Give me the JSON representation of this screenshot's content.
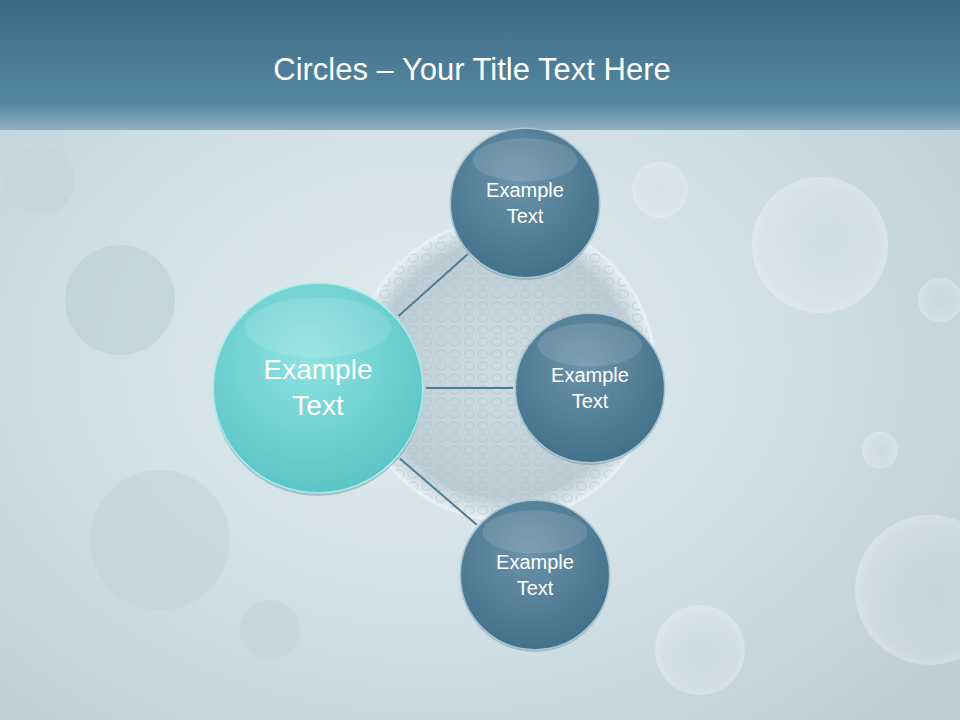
{
  "diagram": {
    "title": "Circles – Your Title Text Here",
    "nodes": [
      {
        "text": [
          "Example Text"
        ]
      },
      {
        "text": [
          "Example Text"
        ]
      },
      {
        "text": [
          "Example Text"
        ]
      },
      {
        "text": [
          "Example Text"
        ]
      }
    ],
    "edges": [
      {
        "from": 0,
        "to": 1,
        "arrow": "none"
      },
      {
        "from": 0,
        "to": 2,
        "arrow": "none"
      },
      {
        "from": 0,
        "to": 3,
        "arrow": "none"
      }
    ]
  }
}
